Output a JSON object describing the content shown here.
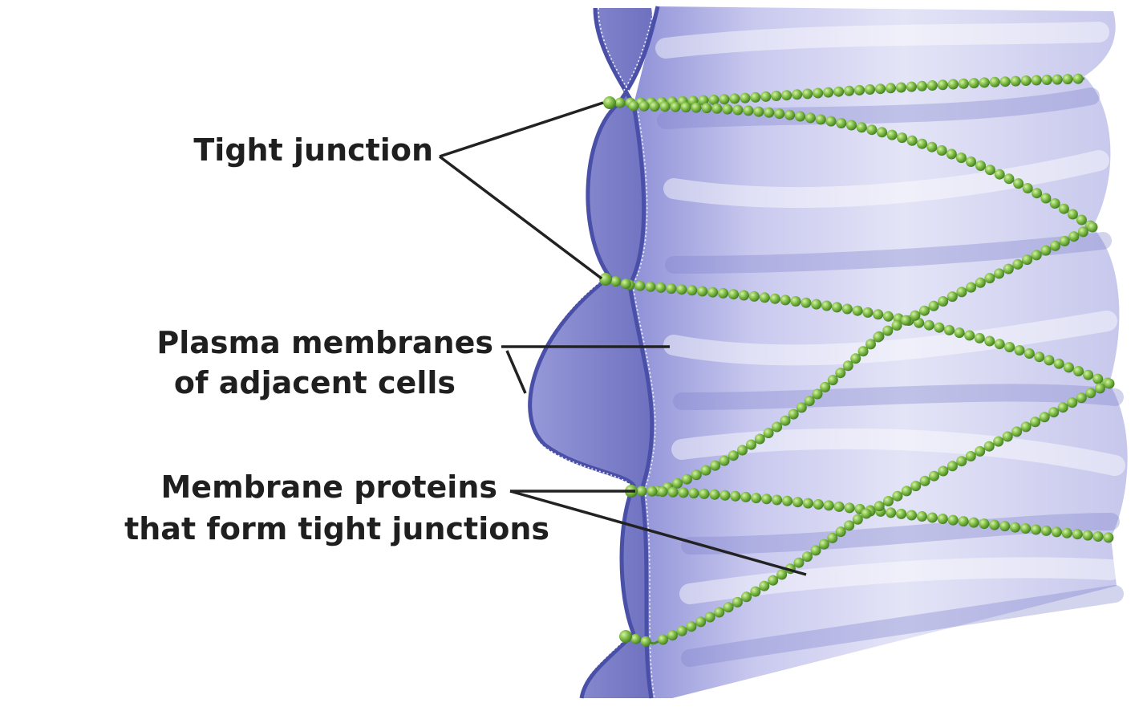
{
  "labels": {
    "tight_junction": "Tight junction",
    "plasma_membranes": [
      "Plasma membranes",
      "of adjacent cells"
    ],
    "membrane_proteins": [
      "Membrane proteins",
      "that form tight junctions"
    ]
  },
  "colors": {
    "sheet_light": "#dcdcf3",
    "sheet_mid": "#a9aae3",
    "sheet_dark": "#6c6fc4",
    "membrane_edge": "#4a4fa8",
    "protein_green": "#6fae3a",
    "protein_highlight": "#c9ec90",
    "leader_line": "#222222",
    "text": "#1f1f1f"
  }
}
